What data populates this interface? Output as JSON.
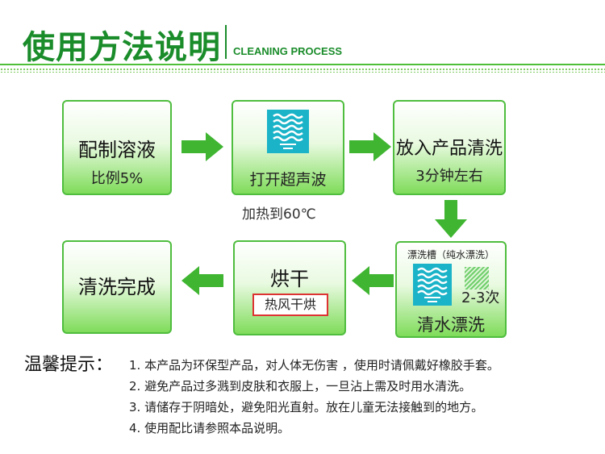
{
  "header": {
    "title_cn": "使用方法说明",
    "title_en": "CLEANING PROCESS"
  },
  "steps": {
    "prepare": {
      "title": "配制溶液",
      "sub": "比例5%"
    },
    "ultrasonic": {
      "title": "打开超声波",
      "sub": "加热到60℃"
    },
    "wash": {
      "title": "放入产品清洗",
      "sub": "3分钟左右"
    },
    "rinse": {
      "top": "漂洗槽（纯水漂洗）",
      "times": "2-3次",
      "title": "清水漂洗"
    },
    "dry": {
      "title": "烘干",
      "tag": "热风干烘"
    },
    "done": {
      "title": "清洗完成"
    }
  },
  "tips": {
    "label": "温馨提示：",
    "items": [
      "1.  本产品为环保型产品，对人体无伤害 ，使用时请佩戴好橡胶手套。",
      "2.  避免产品过多溅到皮肤和衣服上，一旦沾上需及时用水清洗。",
      "3.  请储存于阴暗处，避免阳光直射。放在儿童无法接触到的地方。",
      "4.  使用配比请参照本品说明。"
    ]
  },
  "colors": {
    "brand_green": "#1a8c2a",
    "arrow_green": "#3fb531",
    "icon_blue": "#1ab3c8",
    "tag_border": "#dd3333"
  },
  "icons": [
    "steam-wave-icon",
    "hatch-icon"
  ]
}
